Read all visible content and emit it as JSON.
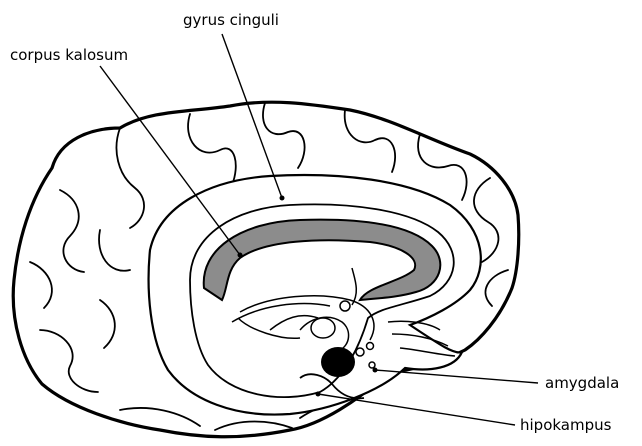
{
  "labels": {
    "gyrus_cinguli": "gyrus cinguli",
    "corpus_kalosum": "corpus kalosum",
    "amygdala": "amygdala",
    "hipokampus": "hipokampus"
  },
  "colors": {
    "outline": "#000000",
    "corpus_fill": "#8c8c8c",
    "brain_fill": "#ffffff",
    "amygdala_fill": "#000000"
  }
}
